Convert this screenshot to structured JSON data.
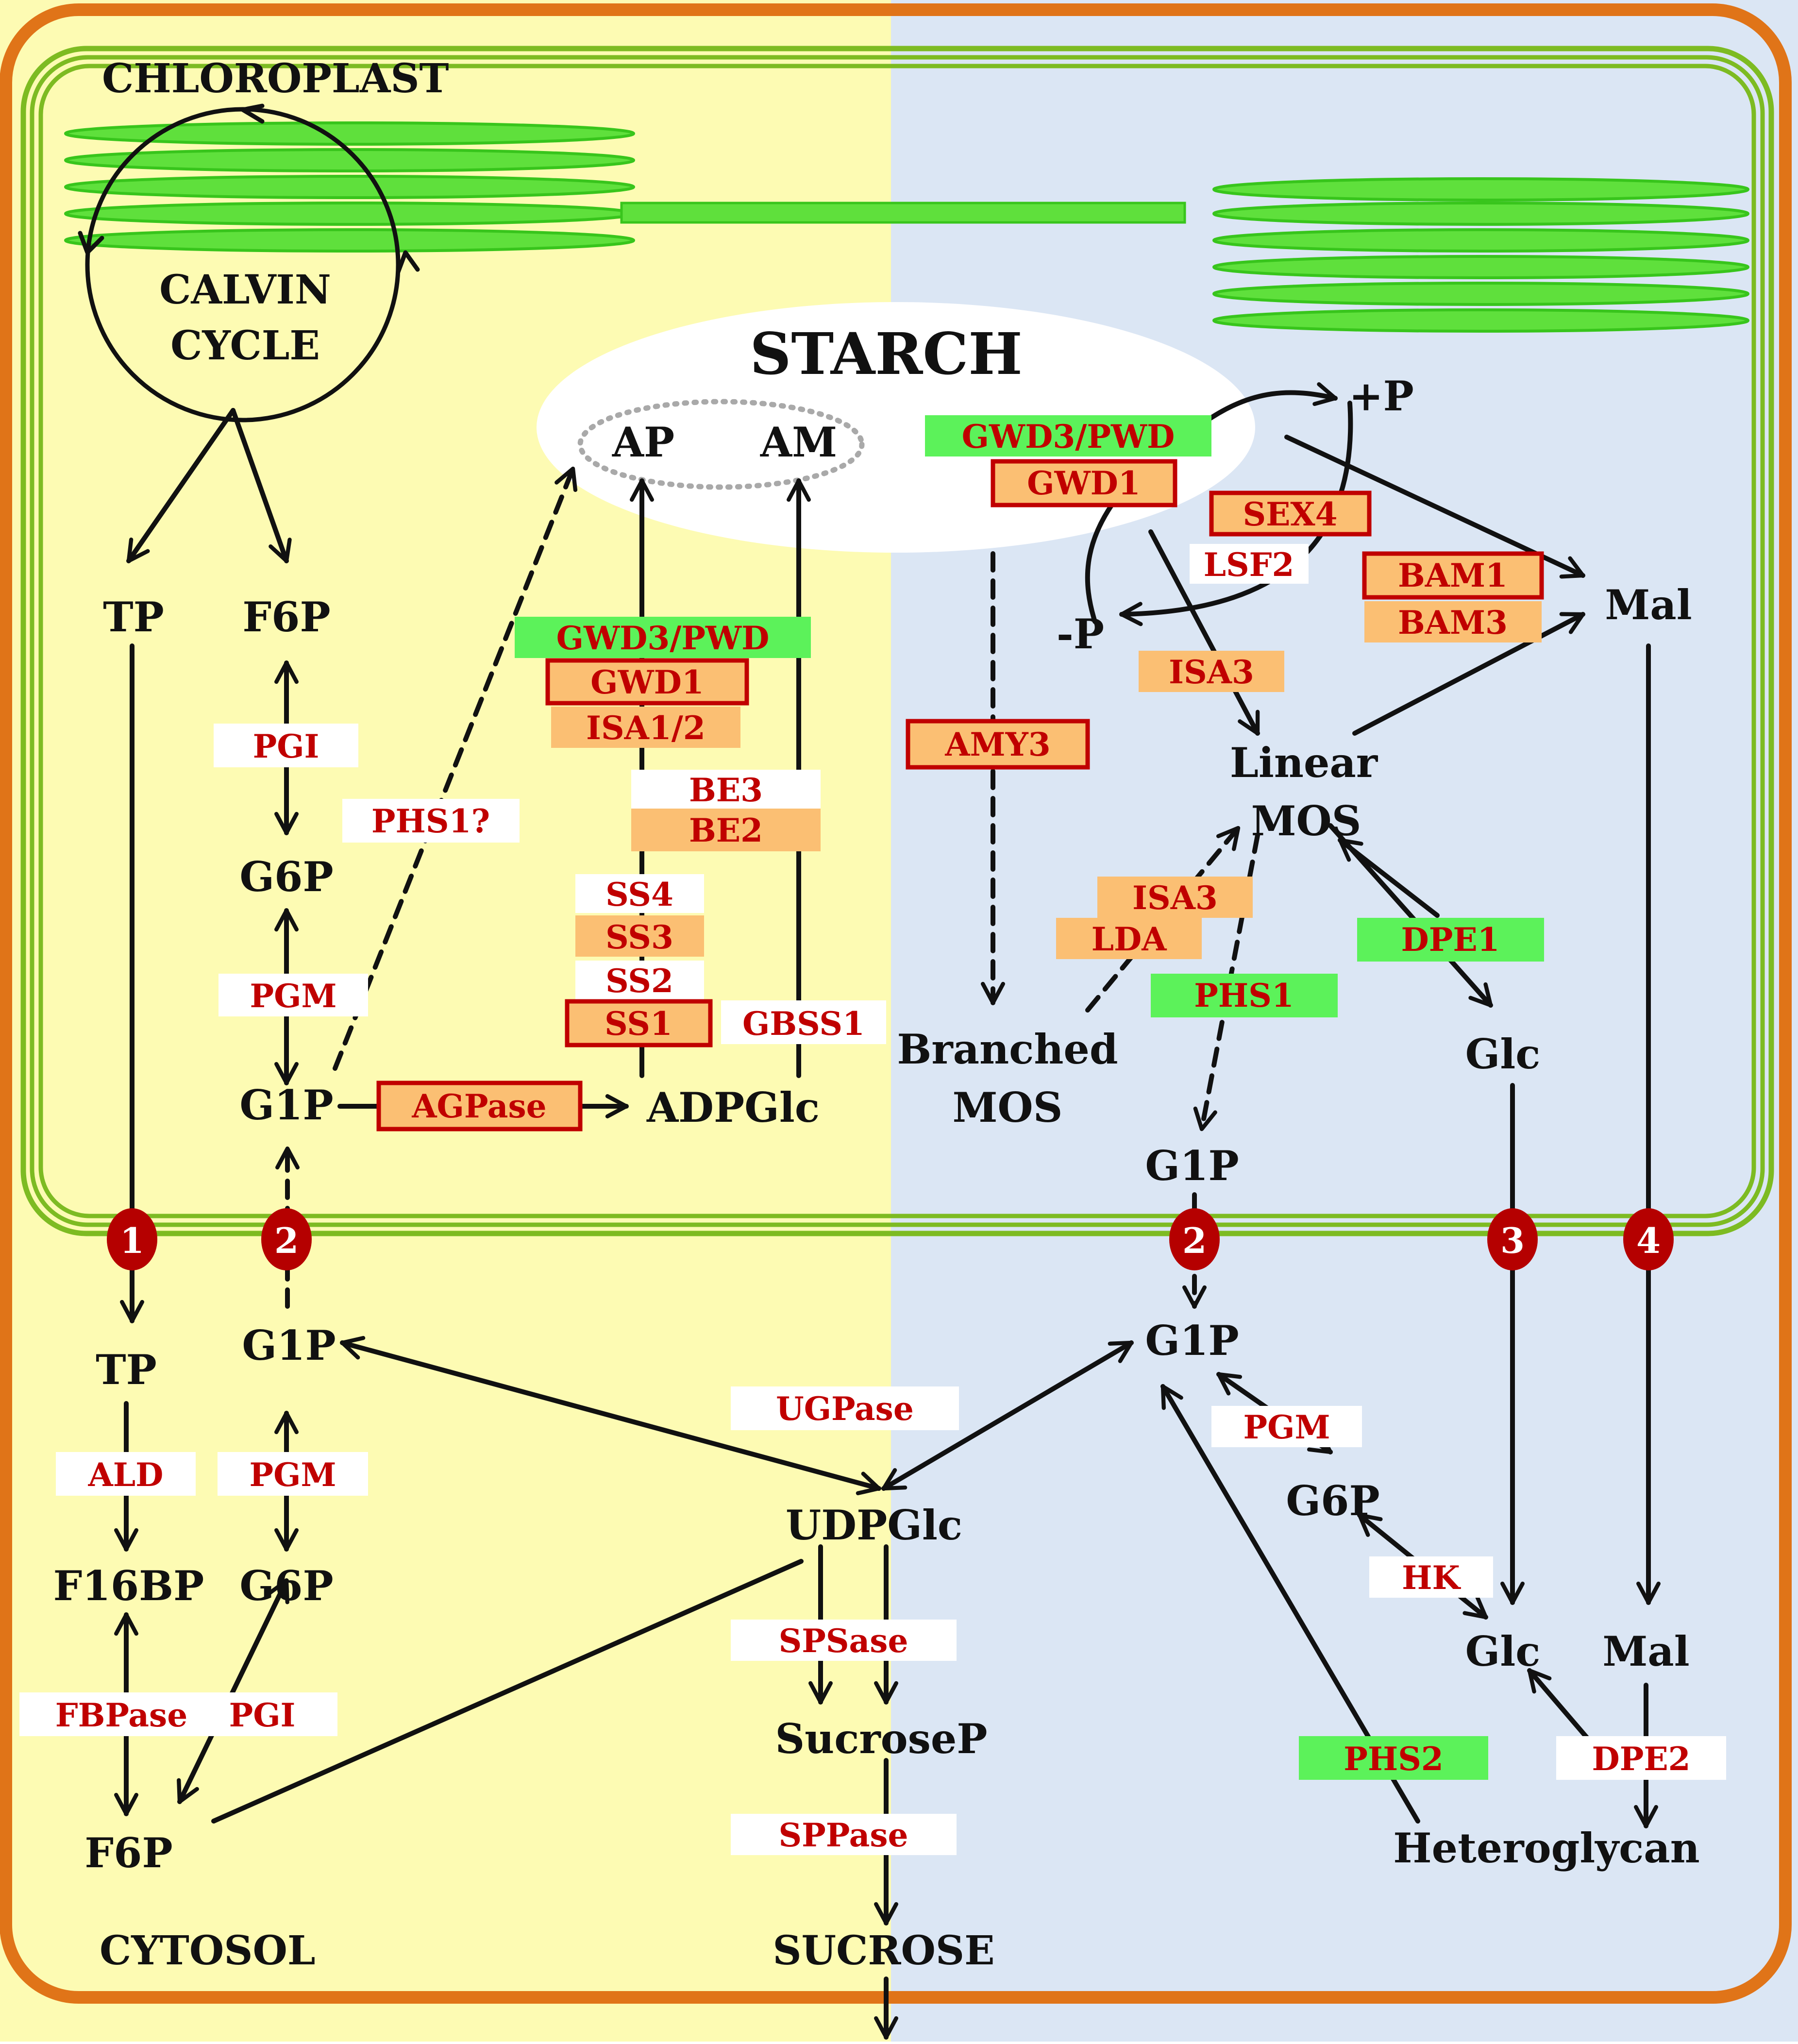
{
  "colors": {
    "day_bg": "#fdfbb3",
    "night_bg": "#dbe6f4",
    "cell_border": "#e07418",
    "chloroplast_membrane": "#7dbb22",
    "thylakoid": "#5fe03c",
    "thylakoid_stroke": "#38c51c",
    "enzyme_text": "#c00000",
    "box_white": "#ffffff",
    "box_orange": "#fbbf73",
    "box_green": "#5cf25a",
    "box_border_red": "#c00000",
    "transporter": "#b50000",
    "arrow": "#111111"
  },
  "labels": {
    "chloroplast": "CHLOROPLAST",
    "calvin": "CALVIN",
    "cycle": "CYCLE",
    "starch": "STARCH",
    "cytosol": "CYTOSOL",
    "sucrose": "SUCROSE"
  },
  "metabolites": {
    "ap": "AP",
    "am": "AM",
    "tp_chl": "TP",
    "f6p_chl": "F6P",
    "g6p_chl": "G6P",
    "g1p_chl": "G1P",
    "adpglc": "ADPGlc",
    "plus_p": "+P",
    "minus_p": "-P",
    "mal_chl": "Mal",
    "linear": "Linear",
    "mos": "MOS",
    "branched": "Branched",
    "branched_mos": "MOS",
    "glc_chl": "Glc",
    "g1p_night_chl": "G1P",
    "tp_cyt": "TP",
    "g1p_cyt_left": "G1P",
    "f16bp": "F16BP",
    "g6p_cyt_left": "G6P",
    "f6p_cyt": "F6P",
    "udpglc": "UDPGlc",
    "sucrosep": "SucroseP",
    "g1p_cyt_right": "G1P",
    "g6p_cyt_right": "G6P",
    "glc_cyt": "Glc",
    "mal_cyt": "Mal",
    "heteroglycan": "Heteroglycan"
  },
  "enzymes": {
    "pgi_chl": "PGI",
    "phs1q": "PHS1?",
    "pgm_chl": "PGM",
    "gwd3pwd_day": "GWD3/PWD",
    "gwd1_day": "GWD1",
    "isa12": "ISA1/2",
    "be3": "BE3",
    "be2": "BE2",
    "ss4": "SS4",
    "ss3": "SS3",
    "ss2": "SS2",
    "ss1": "SS1",
    "gbss1": "GBSS1",
    "agpase": "AGPase",
    "gwd3pwd_night": "GWD3/PWD",
    "gwd1_night": "GWD1",
    "sex4": "SEX4",
    "lsf2": "LSF2",
    "bam1": "BAM1",
    "bam3": "BAM3",
    "isa3_a": "ISA3",
    "amy3": "AMY3",
    "isa3_b": "ISA3",
    "lda": "LDA",
    "phs1": "PHS1",
    "dpe1": "DPE1",
    "ald": "ALD",
    "pgm_cyt_left": "PGM",
    "fbpase": "FBPase",
    "pgi_cyt": "PGI",
    "ugpase": "UGPase",
    "spsase": "SPSase",
    "sppase": "SPPase",
    "pgm_cyt_right": "PGM",
    "hk": "HK",
    "phs2": "PHS2",
    "dpe2": "DPE2"
  },
  "transporters": [
    "1",
    "2",
    "2",
    "3",
    "4"
  ]
}
